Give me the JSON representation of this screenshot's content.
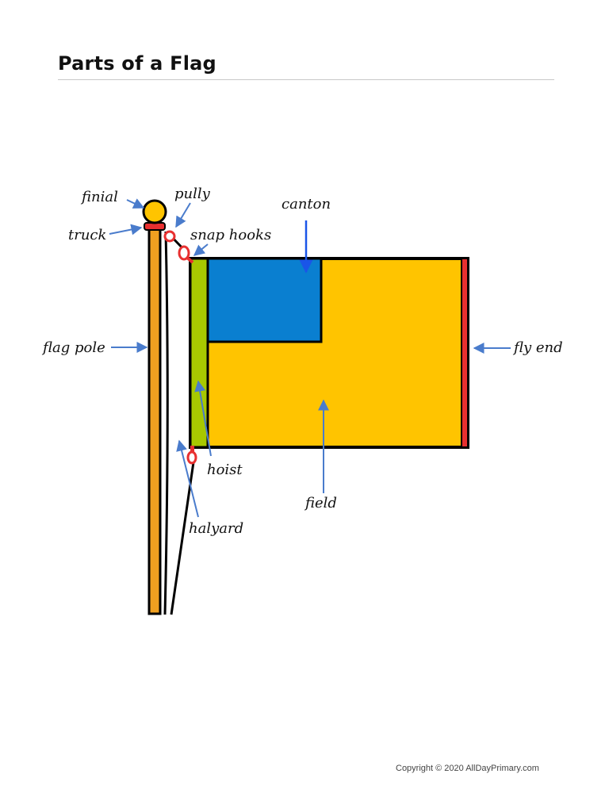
{
  "title": "Parts of a Flag",
  "labels": {
    "finial": "finial",
    "pully": "pully",
    "truck": "truck",
    "snap_hooks": "snap hooks",
    "canton": "canton",
    "flag_pole": "flag pole",
    "fly_end": "fly end",
    "hoist": "hoist",
    "field": "field",
    "halyard": "halyard"
  },
  "copyright": "Copyright © 2020 AllDayPrimary.com",
  "colors": {
    "pole": "#f0a020",
    "finial": "#ffc400",
    "truck": "#e83030",
    "snap_hook": "#e83030",
    "hoist": "#a8c800",
    "field": "#ffc400",
    "canton": "#0a7fd0",
    "fly_end": "#e83030",
    "arrow": "#4a7ccc",
    "canton_arrow": "#1a55e8",
    "outline": "#000000"
  }
}
